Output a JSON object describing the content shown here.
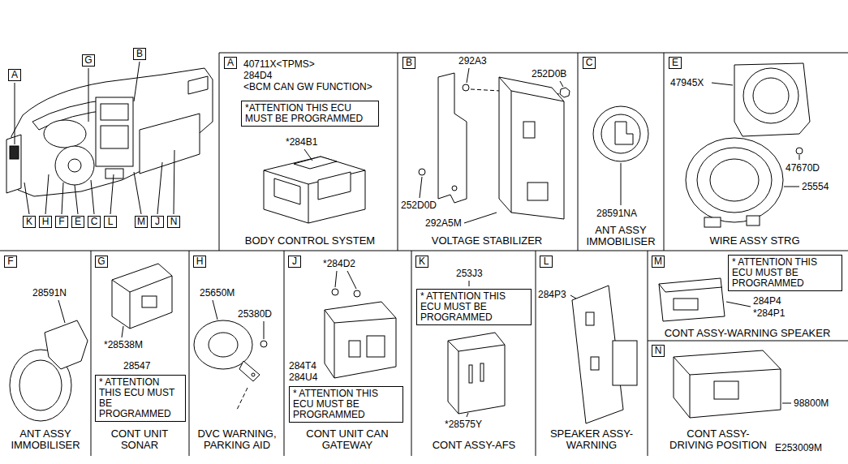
{
  "diagram": {
    "nodes": [
      {
        "text": [
          "A"
        ]
      },
      {
        "text": [
          "G"
        ]
      },
      {
        "text": [
          "B"
        ]
      },
      {
        "text": [
          "K"
        ]
      },
      {
        "text": [
          "H"
        ]
      },
      {
        "text": [
          "F"
        ]
      },
      {
        "text": [
          "E"
        ]
      },
      {
        "text": [
          "C"
        ]
      },
      {
        "text": [
          "L"
        ]
      },
      {
        "text": [
          "M"
        ]
      },
      {
        "text": [
          "J"
        ]
      },
      {
        "text": [
          "N"
        ]
      },
      {
        "text": [
          "BODY CONTROL SYSTEM"
        ]
      },
      {
        "text": [
          "A"
        ],
        "in": 12
      },
      {
        "text": [
          "*ATTENTION THIS ECU MUST BE PROGRAMMED"
        ],
        "in": 12
      },
      {
        "text": [
          "VOLTAGE STABILIZER"
        ]
      },
      {
        "text": [
          "B"
        ],
        "in": 15
      },
      {
        "text": [
          "ANT ASSY IMMOBILISER"
        ]
      },
      {
        "text": [
          "C"
        ],
        "in": 17
      },
      {
        "text": [
          "WIRE ASSY STRG"
        ]
      },
      {
        "text": [
          "E"
        ],
        "in": 19
      },
      {
        "text": [
          "ANT ASSY IMMOBILISER"
        ]
      },
      {
        "text": [
          "F"
        ],
        "in": 21
      },
      {
        "text": [
          "CONT UNIT SONAR"
        ]
      },
      {
        "text": [
          "G"
        ],
        "in": 23
      },
      {
        "text": [
          "* ATTENTION THIS ECU MUST BE PROGRAMMED"
        ],
        "in": 23
      },
      {
        "text": [
          "DVC WARNING, PARKING AID"
        ]
      },
      {
        "text": [
          "H"
        ],
        "in": 26
      },
      {
        "text": [
          "CONT UNIT CAN GATEWAY"
        ]
      },
      {
        "text": [
          "J"
        ],
        "in": 28
      },
      {
        "text": [
          "* ATTENTION THIS ECU MUST BE PROGRAMMED"
        ],
        "in": 28
      },
      {
        "text": [
          "CONT ASSY-AFS"
        ]
      },
      {
        "text": [
          "K"
        ],
        "in": 31
      },
      {
        "text": [
          "* ATTENTION THIS ECU MUST BE PROGRAMMED"
        ],
        "in": 31
      },
      {
        "text": [
          "SPEAKER ASSY- WARNING"
        ]
      },
      {
        "text": [
          "L"
        ],
        "in": 34
      },
      {
        "text": [
          "CONT ASSY-WARNING SPEAKER"
        ]
      },
      {
        "text": [
          "M"
        ],
        "in": 36
      },
      {
        "text": [
          "* ATTENTION THIS ECU MUST BE PROGRAMMED"
        ],
        "in": 36
      },
      {
        "text": [
          "CONT ASSY- DRIVING POSITION"
        ]
      },
      {
        "text": [
          "N"
        ],
        "in": 39
      }
    ],
    "labels": [
      "40711X<TPMS>",
      "284D4",
      "<BCM CAN GW FUNCTION>",
      "*284B1",
      "292A3",
      "252D0B",
      "252D0D",
      "292A5M",
      "28591NA",
      "47945X",
      "47670D",
      "25554",
      "28591N",
      "*28538M",
      "28547",
      "25650M",
      "25380D",
      "*284D2",
      "284T4",
      "284U4",
      "253J3",
      "*28575Y",
      "284P3",
      "284P4",
      "*284P1",
      "98800M",
      "E253009M"
    ]
  }
}
